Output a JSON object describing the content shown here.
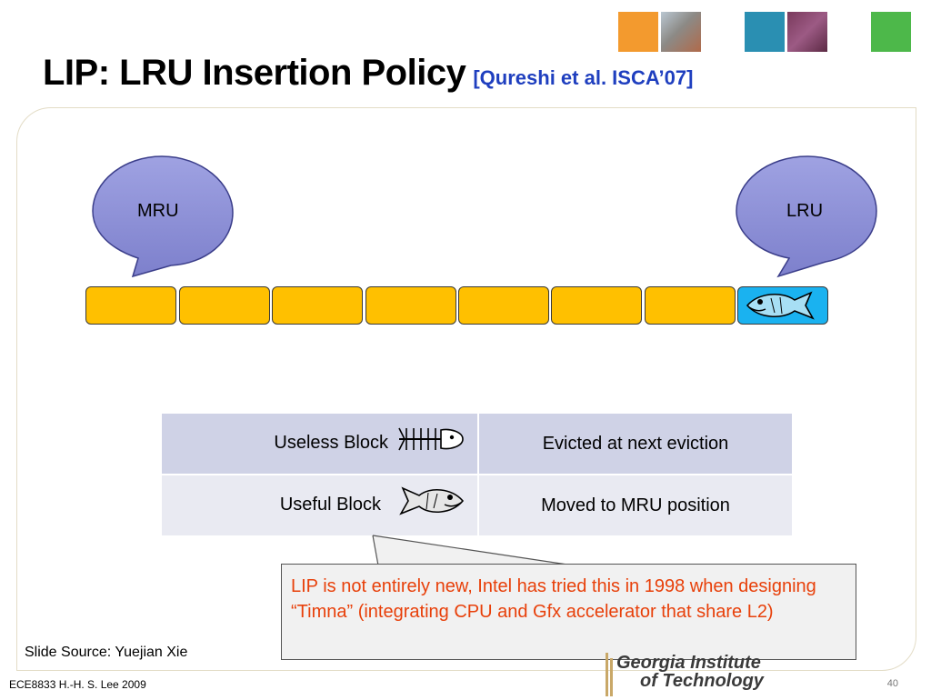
{
  "header": {
    "title": "LIP: LRU Insertion Policy",
    "citation": "[Qureshi et al. ISCA’07]"
  },
  "callouts": {
    "mru": "MRU",
    "lru": "LRU"
  },
  "cache_blocks": {
    "count": 8,
    "lru_color": "#1ab2f0",
    "block_color": "#ffc000"
  },
  "table": {
    "rows": [
      {
        "label": "Useless Block",
        "icon": "fish-skeleton-icon",
        "description": "Evicted at next eviction"
      },
      {
        "label": "Useful Block",
        "icon": "fish-icon",
        "description": "Moved to MRU position"
      }
    ]
  },
  "note": "LIP is not entirely new, Intel has tried this in 1998 when designing “Timna” (integrating CPU and Gfx accelerator that share L2)",
  "source": "Slide Source: Yuejian Xie",
  "footer": "ECE8833  H.-H. S. Lee  2009",
  "page_number": "40",
  "logo": {
    "line1": "Georgia Institute",
    "line2": "of Technology"
  },
  "colors": {
    "accent": "#1f3fbf",
    "note_text": "#e8400a",
    "bubble": "#8f92d8"
  }
}
